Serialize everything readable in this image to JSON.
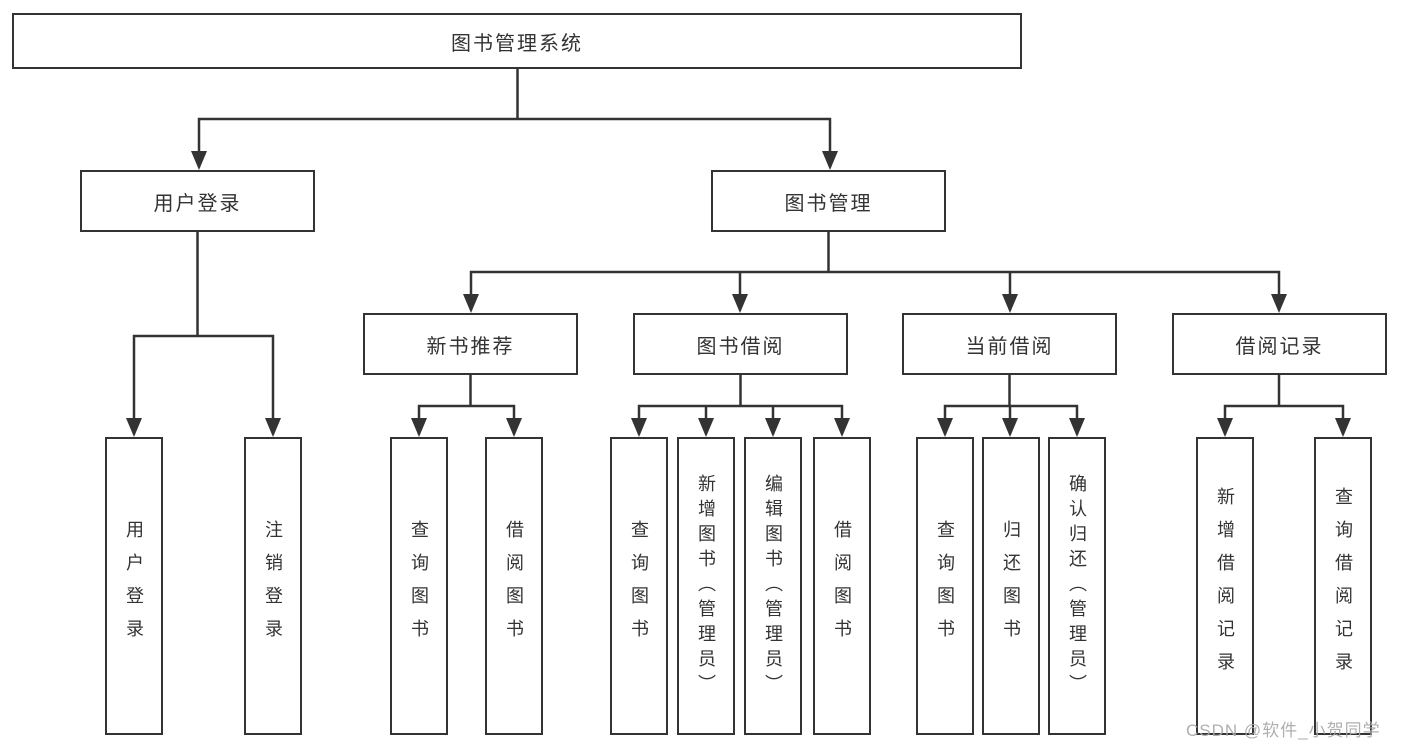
{
  "nodes": {
    "root": "图书管理系统",
    "level1": [
      "用户登录",
      "图书管理"
    ],
    "level2": [
      "新书推荐",
      "图书借阅",
      "当前借阅",
      "借阅记录"
    ],
    "user_login_children": [
      "用户登录",
      "注销登录"
    ],
    "new_book_children": [
      "查询图书",
      "借阅图书"
    ],
    "borrow_children": [
      "查询图书",
      "新增图书（管理员）",
      "编辑图书（管理员）",
      "借阅图书"
    ],
    "current_children": [
      "查询图书",
      "归还图书",
      "确认归还（管理员）"
    ],
    "record_children": [
      "新增借阅记录",
      "查询借阅记录"
    ]
  },
  "watermark": {
    "text": "CSDN @软件_小贺同学"
  },
  "colors": {
    "line": "#333333",
    "box_border": "#333333",
    "text": "#333333",
    "watermark": "#a8a8a8",
    "background": "#ffffff"
  }
}
